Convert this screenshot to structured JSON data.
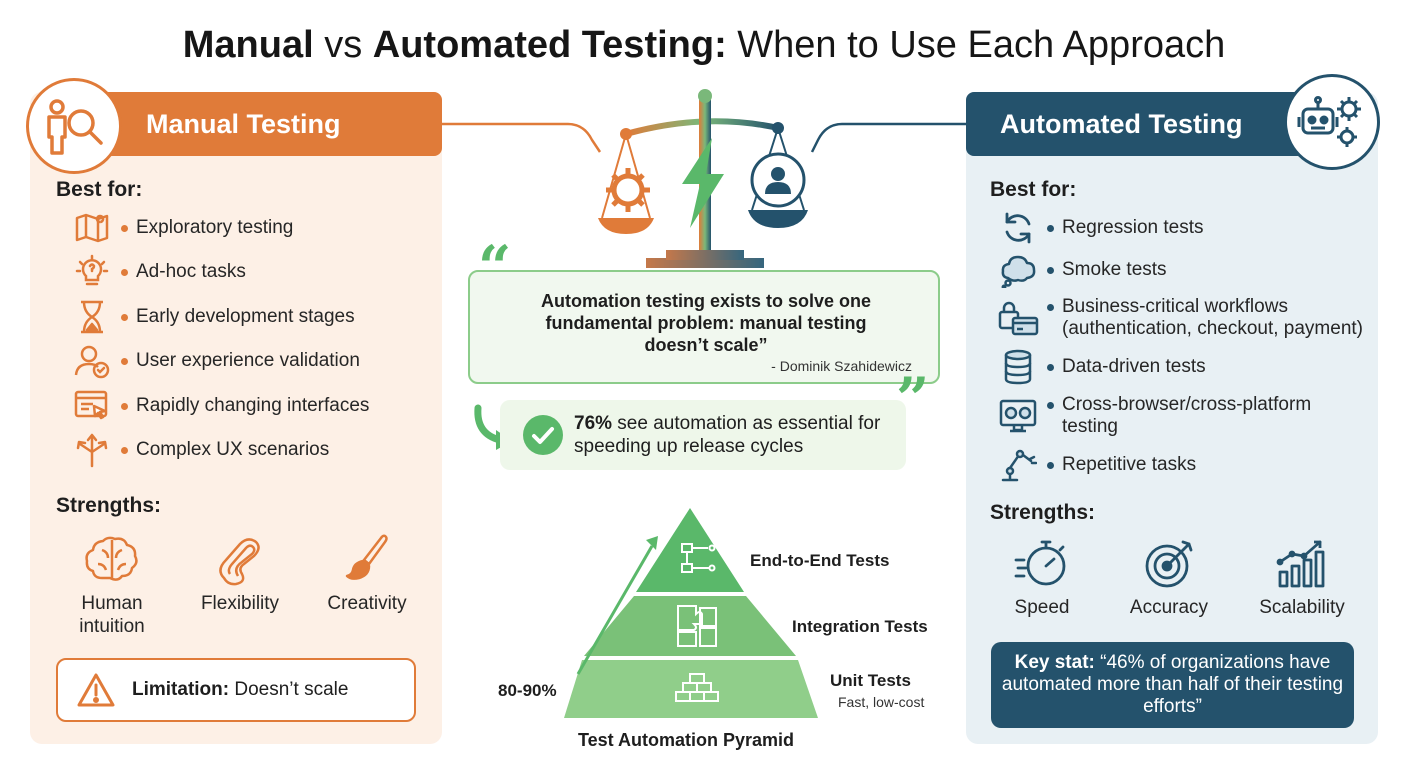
{
  "title": {
    "part1": "Manual",
    "part2": " vs ",
    "part3": "Automated Testing:",
    "part4": " When to Use Each Approach"
  },
  "manual": {
    "header": "Manual Testing",
    "best_for_label": "Best for:",
    "items": [
      {
        "label": "Exploratory testing",
        "icon": "map-icon"
      },
      {
        "label": "Ad-hoc tasks",
        "icon": "lightbulb-icon"
      },
      {
        "label": "Early development stages",
        "icon": "hourglass-icon"
      },
      {
        "label": "User experience validation",
        "icon": "user-check-icon"
      },
      {
        "label": "Rapidly changing interfaces",
        "icon": "window-cursor-icon"
      },
      {
        "label": "Complex UX scenarios",
        "icon": "split-arrows-icon"
      }
    ],
    "strengths_label": "Strengths:",
    "strengths": [
      "Human intuition",
      "Flexibility",
      "Creativity"
    ],
    "limitation_label": "Limitation:",
    "limitation_text": " Doesn’t scale"
  },
  "automated": {
    "header": "Automated Testing",
    "best_for_label": "Best for:",
    "items": [
      {
        "label": "Regression tests",
        "icon": "refresh-icon"
      },
      {
        "label": "Smoke tests",
        "icon": "smoke-icon"
      },
      {
        "label": "Business-critical workflows (authentication, checkout, payment)",
        "line1": "Business-critical workflows",
        "line2": "(authentication, checkout, payment)",
        "icon": "lock-card-icon"
      },
      {
        "label": "Data-driven tests",
        "icon": "database-icon"
      },
      {
        "label": "Cross-browser/cross-platform testing",
        "line1": "Cross-browser/cross-platform",
        "line2": "testing",
        "icon": "browser-icon"
      },
      {
        "label": "Repetitive tasks",
        "icon": "robot-arm-icon"
      }
    ],
    "strengths_label": "Strengths:",
    "strengths": [
      "Speed",
      "Accuracy",
      "Scalability"
    ],
    "keystat_label": "Key stat:",
    "keystat_text": " “46% of organizations have automated more than half of their testing efforts”"
  },
  "quote": {
    "text": "Automation testing exists to solve one fundamental problem: manual testing doesn’t scale”",
    "author": "- Dominik Szahidewicz"
  },
  "stat": {
    "bold": "76%",
    "text": " see automation as essential for speeding up release cycles"
  },
  "pyramid": {
    "caption": "Test Automation Pyramid",
    "levels": [
      {
        "label": "End-to-End Tests"
      },
      {
        "label": "Integration Tests"
      },
      {
        "label": "Unit Tests",
        "sub": "Fast, low-cost"
      }
    ],
    "share": "80-90%"
  },
  "colors": {
    "orange": "#e07b39",
    "navy": "#24526c",
    "green": "#5ab86a"
  }
}
